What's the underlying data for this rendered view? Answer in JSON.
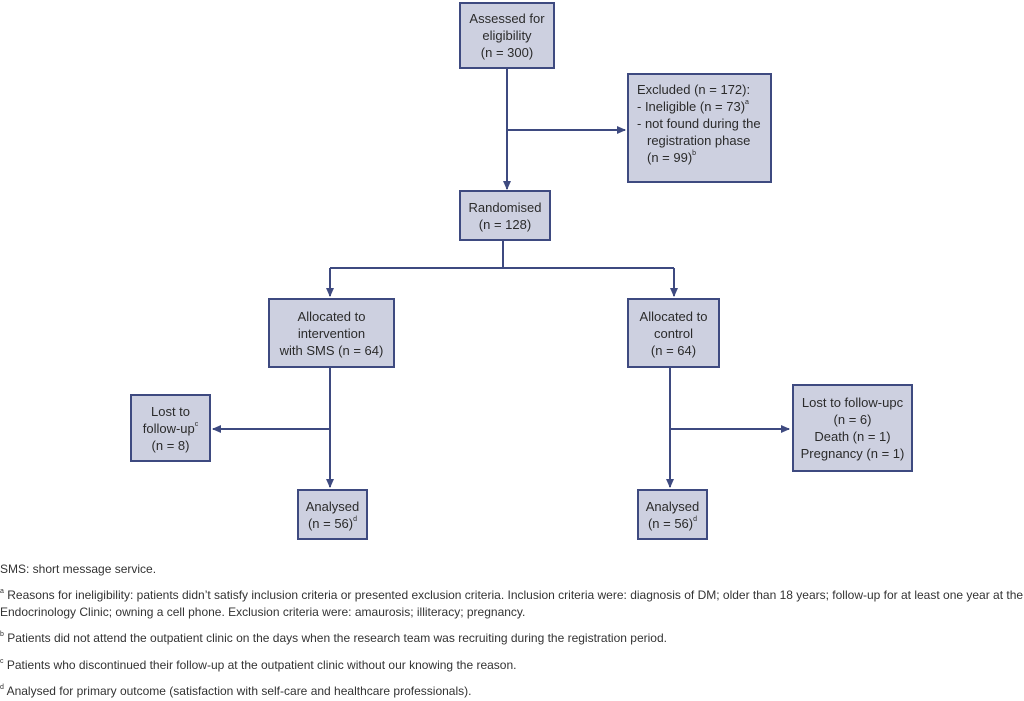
{
  "flow": {
    "assessed": {
      "l1": "Assessed for",
      "l2": "eligibility",
      "l3": "(n = 300)"
    },
    "excluded": {
      "l1": "Excluded (n = 172):",
      "l2": "- Ineligible (n = 73)",
      "l2_sup": "a",
      "l3": "- not found during the",
      "l4": "registration phase",
      "l5": "(n = 99)",
      "l5_sup": "b"
    },
    "randomised": {
      "l1": "Randomised",
      "l2": "(n = 128)"
    },
    "intervention": {
      "l1": "Allocated to",
      "l2": "intervention",
      "l3": "with SMS (n = 64)"
    },
    "control": {
      "l1": "Allocated to",
      "l2": "control",
      "l3": "(n = 64)"
    },
    "lost_left": {
      "l1": "Lost to",
      "l2": "follow-up",
      "l2_sup": "c",
      "l3": "(n = 8)"
    },
    "lost_right": {
      "l1": "Lost to follow-upc",
      "l2": "(n = 6)",
      "l3": "Death (n = 1)",
      "l4": "Pregnancy (n = 1)"
    },
    "analysed_left": {
      "l1": "Analysed",
      "l2": "(n = 56)",
      "l2_sup": "d"
    },
    "analysed_right": {
      "l1": "Analysed",
      "l2": "(n = 56)",
      "l2_sup": "d"
    }
  },
  "colors": {
    "box_fill": "#cdd0e0",
    "line": "#3e4a80"
  },
  "notes": {
    "sms": "SMS: short message service.",
    "a_sup": "a",
    "a1": "Reasons for ineligibility: patients didn’t satisfy inclusion criteria or presented exclusion criteria. Inclusion criteria were: diagnosis of DM; older than 18 years; follow-up for at least one year at the",
    "a2": "Endocrinology Clinic; owning a cell phone. Exclusion criteria were: amaurosis; illiteracy; pregnancy.",
    "b_sup": "b",
    "b": "Patients did not attend the outpatient clinic on the days when the research team was recruiting during the registration period.",
    "c_sup": "c",
    "c": "Patients who discontinued their follow-up at the outpatient clinic without our knowing the reason.",
    "d_sup": "d",
    "d": "Analysed for primary outcome (satisfaction with self-care and healthcare professionals)."
  }
}
